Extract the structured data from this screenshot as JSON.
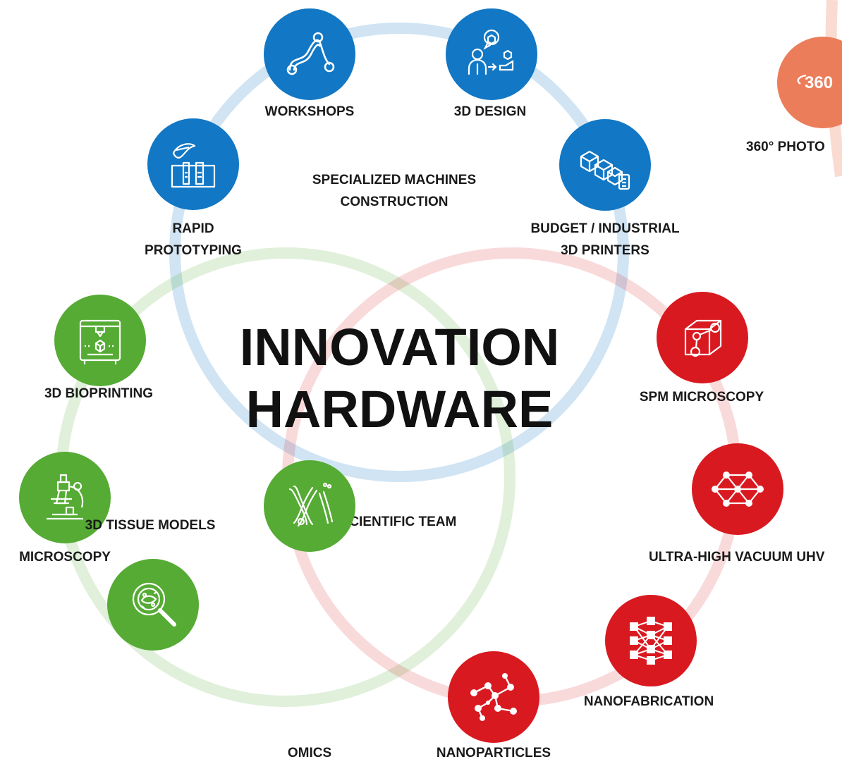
{
  "title": {
    "line1": "INNOVATION",
    "line2": "HARDWARE"
  },
  "groups": {
    "specialized_machines": {
      "line1": "SPECIALIZED MACHINES",
      "line2": "CONSTRUCTION",
      "color": "#1277c4"
    },
    "scientific_team": {
      "label": "SCIENTIFIC TEAM"
    }
  },
  "nodes": {
    "workshops": {
      "label": "WORKSHOPS",
      "icon": "workshops-icon",
      "color": "#1277c4"
    },
    "design_3d": {
      "label": "3D DESIGN",
      "icon": "3d-design-icon",
      "color": "#1277c4"
    },
    "budget_printers": {
      "line1": "BUDGET / INDUSTRIAL",
      "line2": "3D PRINTERS",
      "icon": "3d-printers-icon",
      "color": "#1277c4"
    },
    "rapid_prototyping": {
      "line1": "RAPID",
      "line2": "PROTOTYPING",
      "icon": "rapid-prototyping-icon",
      "color": "#1277c4"
    },
    "photo_360": {
      "label": "360° PHOTO",
      "badge": "360",
      "icon": "360-photo-icon",
      "color": "#ec7d5a"
    },
    "bioprinting": {
      "label": "3D BIOPRINTING",
      "icon": "bioprinter-icon",
      "color": "#55ab34"
    },
    "microscopy": {
      "label": "MICROSCOPY",
      "icon": "microscope-icon",
      "color": "#55ab34"
    },
    "tissue_models": {
      "label": "3D TISSUE MODELS",
      "icon": "magnifier-cell-icon",
      "color": "#55ab34"
    },
    "omics": {
      "label": "OMICS",
      "icon": "chromosome-icon",
      "color": "#55ab34"
    },
    "spm_microscopy": {
      "label": "SPM MICROSCOPY",
      "icon": "spm-cube-icon",
      "color": "#d91920"
    },
    "uhv": {
      "label": "ULTRA-HIGH VACUUM UHV",
      "icon": "molecule-lattice-icon",
      "color": "#d91920"
    },
    "nanofabrication": {
      "label": "NANOFABRICATION",
      "icon": "neural-network-icon",
      "color": "#d91920"
    },
    "nanoparticles": {
      "label": "NANOPARTICLES",
      "icon": "particle-network-icon",
      "color": "#d91920"
    }
  }
}
